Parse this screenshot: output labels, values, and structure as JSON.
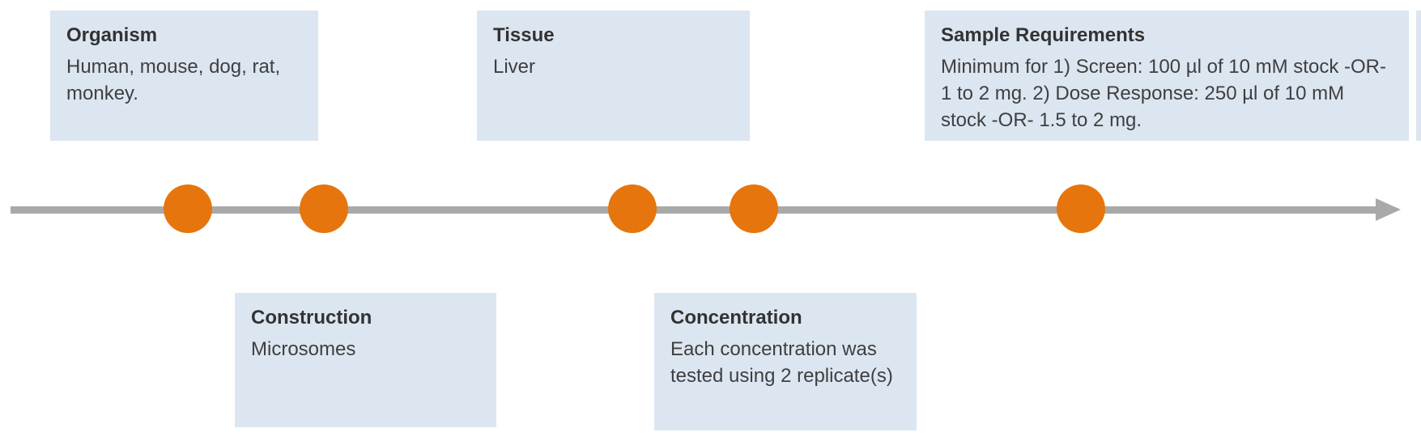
{
  "diagram": {
    "type": "timeline-infographic",
    "colors": {
      "box_fill": "#DCE6F1",
      "dot": "#E6750D",
      "line": "#A9A9A9",
      "title_text": "#333333",
      "body_text": "#3F3F3F"
    },
    "timeline": {
      "direction": "left-to-right",
      "dot_count": 5
    },
    "boxes": [
      {
        "id": "organism",
        "position": "above",
        "title": "Organism",
        "body": "Human, mouse, dog, rat, monkey."
      },
      {
        "id": "construction",
        "position": "below",
        "title": "Construction",
        "body": "Microsomes"
      },
      {
        "id": "tissue",
        "position": "above",
        "title": "Tissue",
        "body": "Liver"
      },
      {
        "id": "concentration",
        "position": "below",
        "title": "Concentration",
        "body": "Each concentration was tested using 2 replicate(s)"
      },
      {
        "id": "sample-requirements",
        "position": "above",
        "title": "Sample Requirements",
        "body": "Minimum for 1) Screen: 100 µl of 10 mM stock -OR- 1 to 2 mg. 2) Dose Response: 250 µl of 10 mM stock -OR- 1.5 to 2 mg."
      }
    ]
  }
}
